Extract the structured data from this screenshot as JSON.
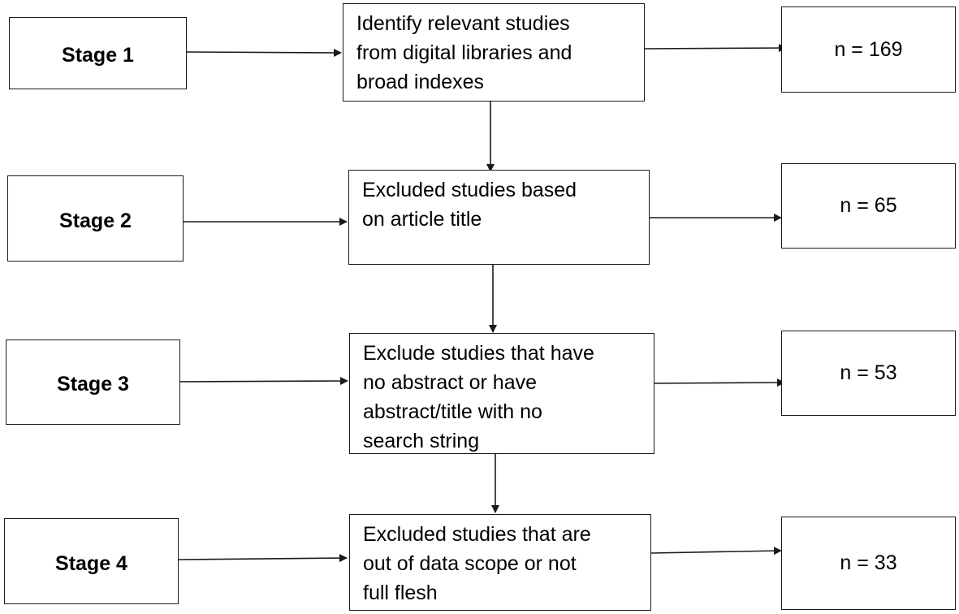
{
  "stages": [
    {
      "label": "Stage 1",
      "process_lines": [
        "Identify relevant studies",
        "from digital libraries and",
        "broad indexes"
      ],
      "count": "n = 169"
    },
    {
      "label": "Stage 2",
      "process_lines": [
        "Excluded studies based",
        "on article title"
      ],
      "count": "n = 65"
    },
    {
      "label": "Stage 3",
      "process_lines": [
        "Exclude studies that have",
        "no abstract or have",
        "abstract/title with no",
        "search string"
      ],
      "count": "n = 53"
    },
    {
      "label": "Stage 4",
      "process_lines": [
        "Excluded studies that are",
        "out of data scope or not",
        "full flesh"
      ],
      "count": "n = 33"
    }
  ],
  "colors": {
    "stroke": "#1a1a1a",
    "background": "#ffffff",
    "text": "#000000"
  }
}
